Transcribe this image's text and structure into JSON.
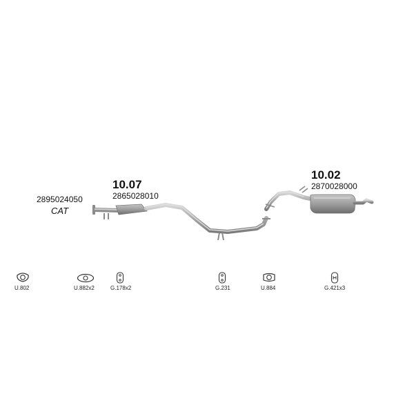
{
  "labels": {
    "cat_code": "2895024050",
    "cat_text": "CAT",
    "front_number": "10.07",
    "front_code": "2865028010",
    "rear_number": "10.02",
    "rear_code": "2870028000"
  },
  "parts": [
    {
      "label": "U.802",
      "icon": "gasket-icon"
    },
    {
      "label": "U.882x2",
      "icon": "gasket-oval-icon"
    },
    {
      "label": "G.178x2",
      "icon": "rubber-hanger-icon"
    },
    {
      "label": "G.231",
      "icon": "rubber-hanger-icon"
    },
    {
      "label": "U.884",
      "icon": "gasket-icon"
    },
    {
      "label": "G.421x3",
      "icon": "rubber-hanger-icon"
    }
  ],
  "colors": {
    "pipe": "#b4b4b4",
    "pipe_dark": "#8a8a8a",
    "muffler": "#9c9c9c"
  }
}
